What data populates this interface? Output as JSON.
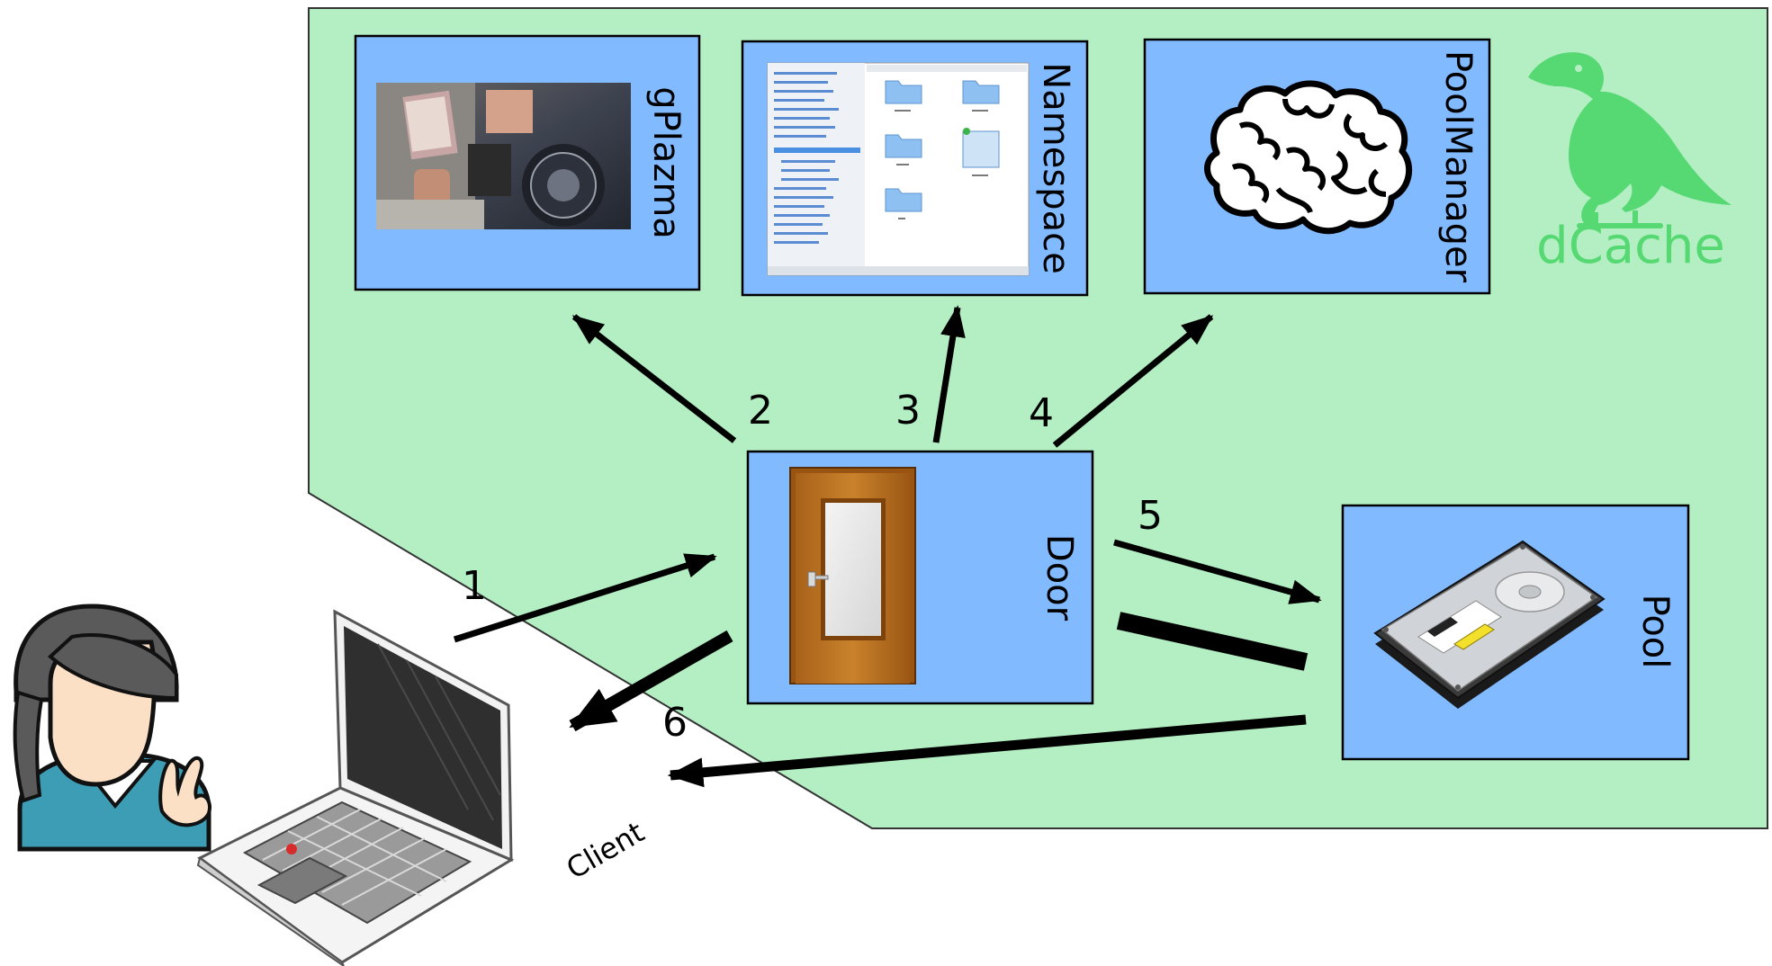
{
  "brand": {
    "name": "dCache",
    "color": "#56d873",
    "icon": "bird-logo-icon"
  },
  "zone": {
    "fill": "#b3efc3"
  },
  "components": {
    "gplazma": {
      "label": "gPlazma",
      "icon": "passport-control-icon"
    },
    "namespace": {
      "label": "Namespace",
      "icon": "file-browser-icon"
    },
    "poolmanager": {
      "label": "PoolManager",
      "icon": "brain-icon"
    },
    "door": {
      "label": "Door",
      "icon": "door-icon"
    },
    "pool": {
      "label": "Pool",
      "icon": "hard-drive-icon"
    },
    "box_fill": "#82baff"
  },
  "client": {
    "label": "Client",
    "icons": [
      "user-avatar-icon",
      "laptop-icon"
    ]
  },
  "steps": [
    "1",
    "2",
    "3",
    "4",
    "5",
    "6"
  ]
}
